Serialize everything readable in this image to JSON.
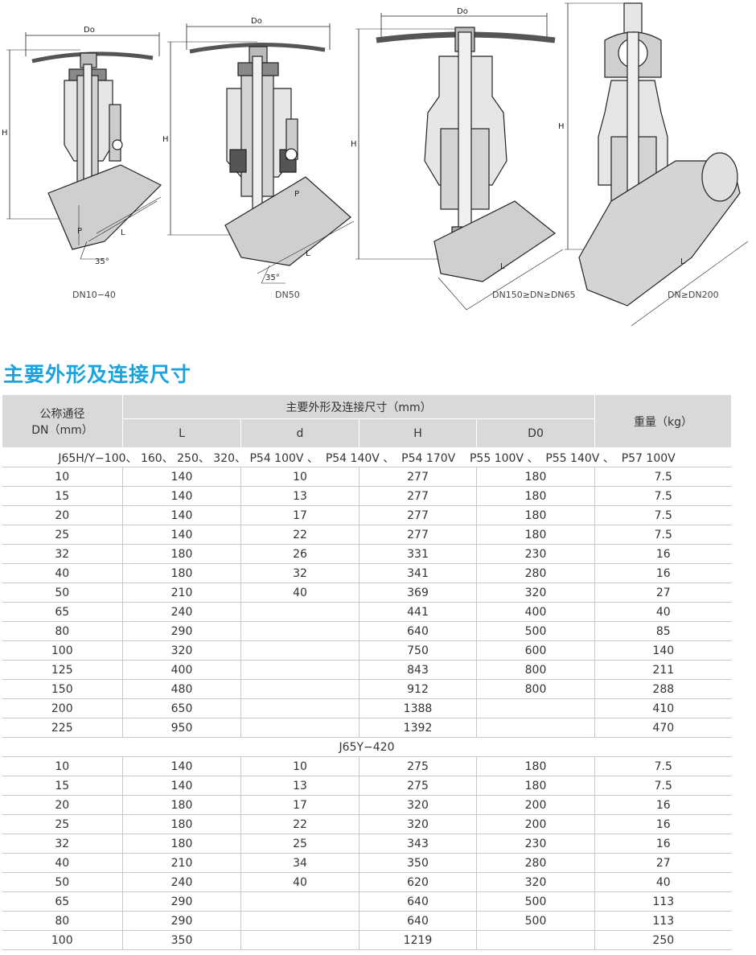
{
  "figures": [
    {
      "caption": "DN10−40",
      "do_label": "Do",
      "h_label": "H",
      "l_label": "L",
      "p_label": "P",
      "angle_label": "35°"
    },
    {
      "caption": "DN50",
      "do_label": "Do",
      "h_label": "H",
      "l_label": "L",
      "p_label": "P",
      "angle_label": "35°"
    },
    {
      "caption": "DN150≥DN≥DN65",
      "do_label": "Do",
      "h_label": "H",
      "l_label": "L"
    },
    {
      "caption": "DN≥DN200",
      "h_label": "H",
      "l_label": "L"
    }
  ],
  "section_title": "主要外形及连接尺寸",
  "table": {
    "col_dn": "公称通径\nDN（mm）",
    "col_group": "主要外形及连接尺寸（mm）",
    "col_weight": "重量（kg）",
    "sub_cols": [
      "L",
      "d",
      "H",
      "D0"
    ],
    "groups": [
      {
        "title": "J65H/Y−100、 160、 250、 320、 P54 100V 、  P54 140V 、  P54 170V    P55 100V 、  P55 140V 、  P57 100V",
        "rows": [
          [
            "10",
            "140",
            "10",
            "277",
            "180",
            "7.5"
          ],
          [
            "15",
            "140",
            "13",
            "277",
            "180",
            "7.5"
          ],
          [
            "20",
            "140",
            "17",
            "277",
            "180",
            "7.5"
          ],
          [
            "25",
            "140",
            "22",
            "277",
            "180",
            "7.5"
          ],
          [
            "32",
            "180",
            "26",
            "331",
            "230",
            "16"
          ],
          [
            "40",
            "180",
            "32",
            "341",
            "280",
            "16"
          ],
          [
            "50",
            "210",
            "40",
            "369",
            "320",
            "27"
          ],
          [
            "65",
            "240",
            "",
            "441",
            "400",
            "40"
          ],
          [
            "80",
            "290",
            "",
            "640",
            "500",
            "85"
          ],
          [
            "100",
            "320",
            "",
            "750",
            "600",
            "140"
          ],
          [
            "125",
            "400",
            "",
            "843",
            "800",
            "211"
          ],
          [
            "150",
            "480",
            "",
            "912",
            "800",
            "288"
          ],
          [
            "200",
            "650",
            "",
            "1388",
            "",
            "410"
          ],
          [
            "225",
            "950",
            "",
            "1392",
            "",
            "470"
          ]
        ]
      },
      {
        "title": "J65Y−420",
        "rows": [
          [
            "10",
            "140",
            "10",
            "275",
            "180",
            "7.5"
          ],
          [
            "15",
            "140",
            "13",
            "275",
            "180",
            "7.5"
          ],
          [
            "20",
            "180",
            "17",
            "320",
            "200",
            "16"
          ],
          [
            "25",
            "180",
            "22",
            "320",
            "200",
            "16"
          ],
          [
            "32",
            "180",
            "25",
            "343",
            "230",
            "16"
          ],
          [
            "40",
            "210",
            "34",
            "350",
            "280",
            "27"
          ],
          [
            "50",
            "240",
            "40",
            "620",
            "320",
            "40"
          ],
          [
            "65",
            "290",
            "",
            "640",
            "500",
            "113"
          ],
          [
            "80",
            "290",
            "",
            "640",
            "500",
            "113"
          ],
          [
            "100",
            "350",
            "",
            "1219",
            "",
            "250"
          ]
        ]
      }
    ]
  }
}
